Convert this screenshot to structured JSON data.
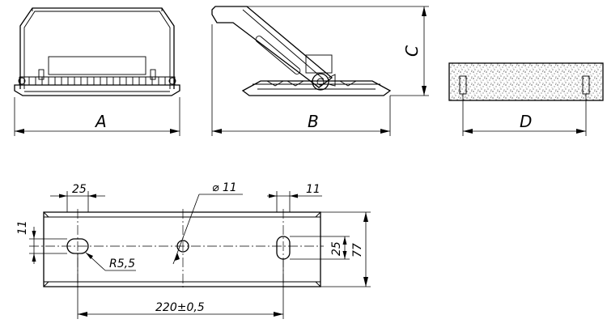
{
  "views": {
    "front": {
      "dim_label": "A"
    },
    "side": {
      "dim_label_width": "B",
      "dim_label_height": "C"
    },
    "bracket": {
      "dim_label": "D"
    }
  },
  "plate": {
    "slot_spacing_label": "25",
    "hole_label": "⌀ 11",
    "slot_width_label": "11",
    "left_slot_height_label": "11",
    "slot_length_label": "25",
    "plate_height_label": "77",
    "slot_radius_label": "R5,5",
    "hole_pitch_label": "220±0,5"
  }
}
